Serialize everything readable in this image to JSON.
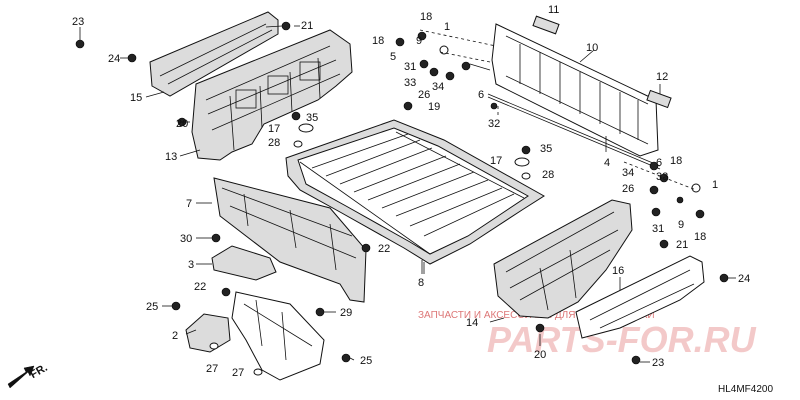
{
  "diagram_code": "HL4MF4200",
  "front_indicator": "FR.",
  "watermark": {
    "caption": "ЗАПЧАСТИ И АКСЕССУАРЫ ДЛЯ МОТОТЕХНИКИ",
    "brand": "PARTS-FOR.RU"
  },
  "colors": {
    "line": "#111111",
    "watermark": "#e36a6a",
    "fill": "#dcdcdc"
  },
  "callouts": {
    "c1a": "1",
    "c1b": "1",
    "c2": "2",
    "c3": "3",
    "c4": "4",
    "c5": "5",
    "c6a": "6",
    "c6b": "6",
    "c7": "7",
    "c8": "8",
    "c9a": "9",
    "c9b": "9",
    "c10": "10",
    "c11": "11",
    "c12": "12",
    "c13": "13",
    "c14": "14",
    "c15": "15",
    "c16": "16",
    "c17a": "17",
    "c17b": "17",
    "c18a": "18",
    "c18b": "18",
    "c18c": "18",
    "c18d": "18",
    "c19": "19",
    "c20a": "20",
    "c20b": "20",
    "c21a": "21",
    "c21b": "21",
    "c22a": "22",
    "c22b": "22",
    "c23a": "23",
    "c23b": "23",
    "c24a": "24",
    "c24b": "24",
    "c25a": "25",
    "c25b": "25",
    "c26a": "26",
    "c26b": "26",
    "c27a": "27",
    "c27b": "27",
    "c28a": "28",
    "c28b": "28",
    "c29": "29",
    "c30": "30",
    "c31a": "31",
    "c31b": "31",
    "c32": "32",
    "c33a": "33",
    "c33b": "33",
    "c34a": "34",
    "c34b": "34",
    "c35a": "35",
    "c35b": "35"
  }
}
